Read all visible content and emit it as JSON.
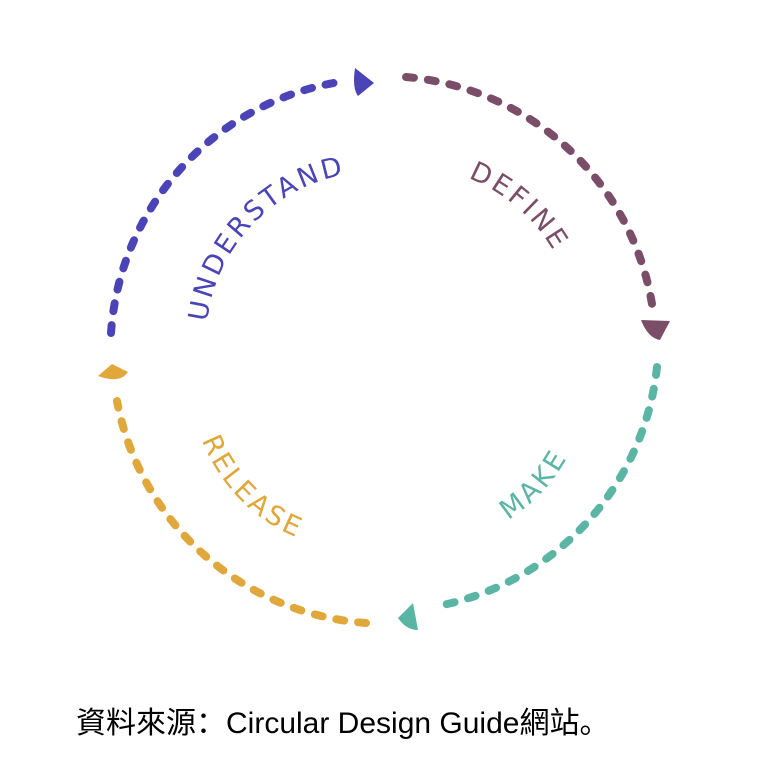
{
  "diagram": {
    "stages": [
      {
        "name": "UNDERSTAND",
        "color": "#4b44b7"
      },
      {
        "name": "DEFINE",
        "color": "#7a4e68"
      },
      {
        "name": "MAKE",
        "color": "#5bb5a5"
      },
      {
        "name": "RELEASE",
        "color": "#e0a73a"
      }
    ]
  },
  "caption": "資料來源：Circular Design Guide網站。"
}
